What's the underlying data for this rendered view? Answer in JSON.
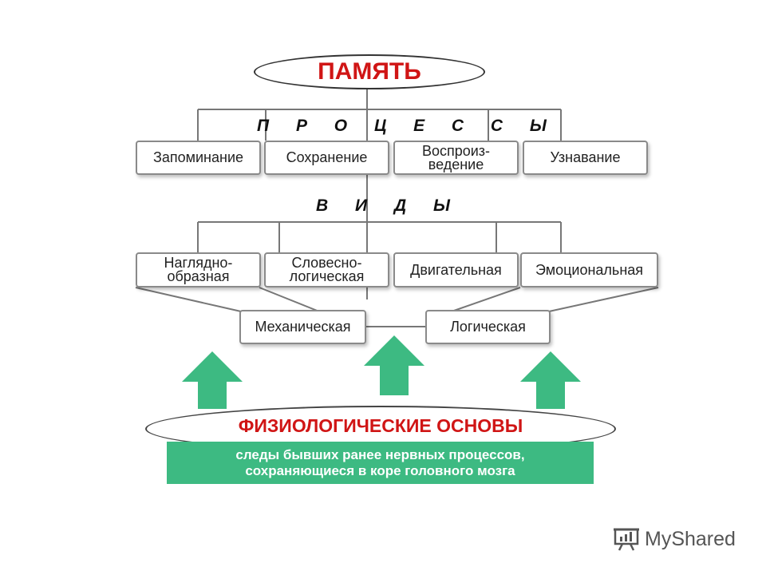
{
  "title": "ПАМЯТЬ",
  "processes_label": "П Р О Ц Е С С Ы",
  "processes": [
    {
      "lines": [
        "Запоминание"
      ]
    },
    {
      "lines": [
        "Сохранение"
      ]
    },
    {
      "lines": [
        "Воспроиз-",
        "ведение"
      ]
    },
    {
      "lines": [
        "Узнавание"
      ]
    }
  ],
  "types_label": "В И Д Ы",
  "types": [
    {
      "lines": [
        "Наглядно-",
        "образная"
      ]
    },
    {
      "lines": [
        "Словесно-",
        "логическая"
      ]
    },
    {
      "lines": [
        "Двигательная"
      ]
    },
    {
      "lines": [
        "Эмоциональная"
      ]
    }
  ],
  "mechanical": "Механическая",
  "logical": "Логическая",
  "basis_title": "ФИЗИОЛОГИЧЕСКИЕ ОСНОВЫ",
  "basis_lines": [
    "следы бывших ранее нервных процессов,",
    "сохраняющиеся в коре головного мозга"
  ],
  "watermark": "MyShared",
  "colors": {
    "accent": "#d01515",
    "green": "#3dba82"
  }
}
